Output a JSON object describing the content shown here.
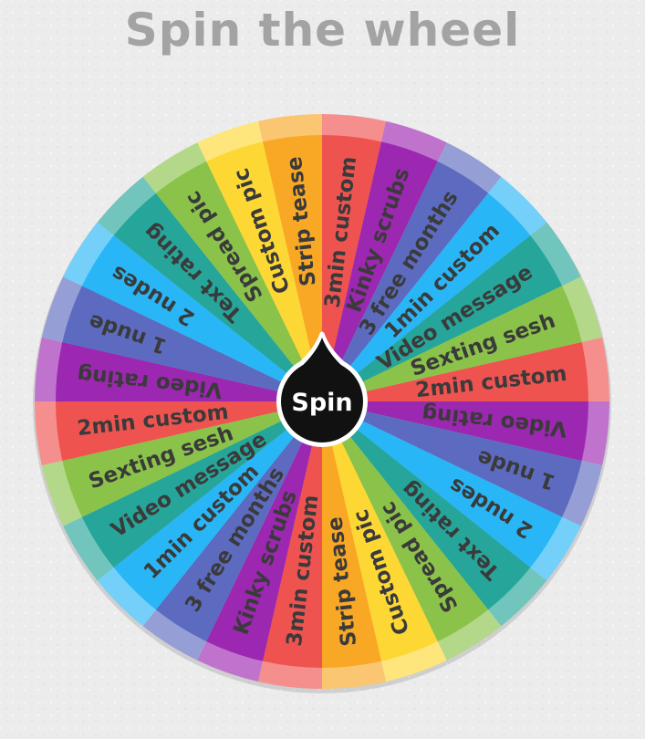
{
  "title": "Spin the wheel",
  "spin_button": {
    "label": "Spin"
  },
  "wheel": {
    "segments": [
      {
        "label": "Strip tease",
        "color": "#f9a825"
      },
      {
        "label": "3min custom",
        "color": "#ef5350"
      },
      {
        "label": "Kinky scrubs",
        "color": "#9c27b0"
      },
      {
        "label": "3 free months",
        "color": "#5c6bc0"
      },
      {
        "label": "1min custom",
        "color": "#29b6f6"
      },
      {
        "label": "Video message",
        "color": "#26a69a"
      },
      {
        "label": "Sexting sesh",
        "color": "#8bc34a"
      },
      {
        "label": "2min custom",
        "color": "#ef5350"
      },
      {
        "label": "Video rating",
        "color": "#9c27b0"
      },
      {
        "label": "1 nude",
        "color": "#5c6bc0"
      },
      {
        "label": "2 nudes",
        "color": "#29b6f6"
      },
      {
        "label": "Text rating",
        "color": "#26a69a"
      },
      {
        "label": "Spread pic",
        "color": "#8bc34a"
      },
      {
        "label": "Custom pic",
        "color": "#fdd835"
      },
      {
        "label": "Strip tease",
        "color": "#f9a825"
      },
      {
        "label": "3min custom",
        "color": "#ef5350"
      },
      {
        "label": "Kinky scrubs",
        "color": "#9c27b0"
      },
      {
        "label": "3 free months",
        "color": "#5c6bc0"
      },
      {
        "label": "1min custom",
        "color": "#29b6f6"
      },
      {
        "label": "Video message",
        "color": "#26a69a"
      },
      {
        "label": "Sexting sesh",
        "color": "#8bc34a"
      },
      {
        "label": "2min custom",
        "color": "#ef5350"
      },
      {
        "label": "Video rating",
        "color": "#9c27b0"
      },
      {
        "label": "1 nude",
        "color": "#5c6bc0"
      },
      {
        "label": "2 nudes",
        "color": "#29b6f6"
      },
      {
        "label": "Text rating",
        "color": "#26a69a"
      },
      {
        "label": "Spread pic",
        "color": "#8bc34a"
      },
      {
        "label": "Custom pic",
        "color": "#fdd835"
      }
    ]
  },
  "colors": {
    "title": "#a3a3a3",
    "hub": "#111111",
    "hub_text": "#ffffff",
    "label_text": "#3a3a3a"
  },
  "icons": {
    "pointer": "pointer-icon"
  }
}
